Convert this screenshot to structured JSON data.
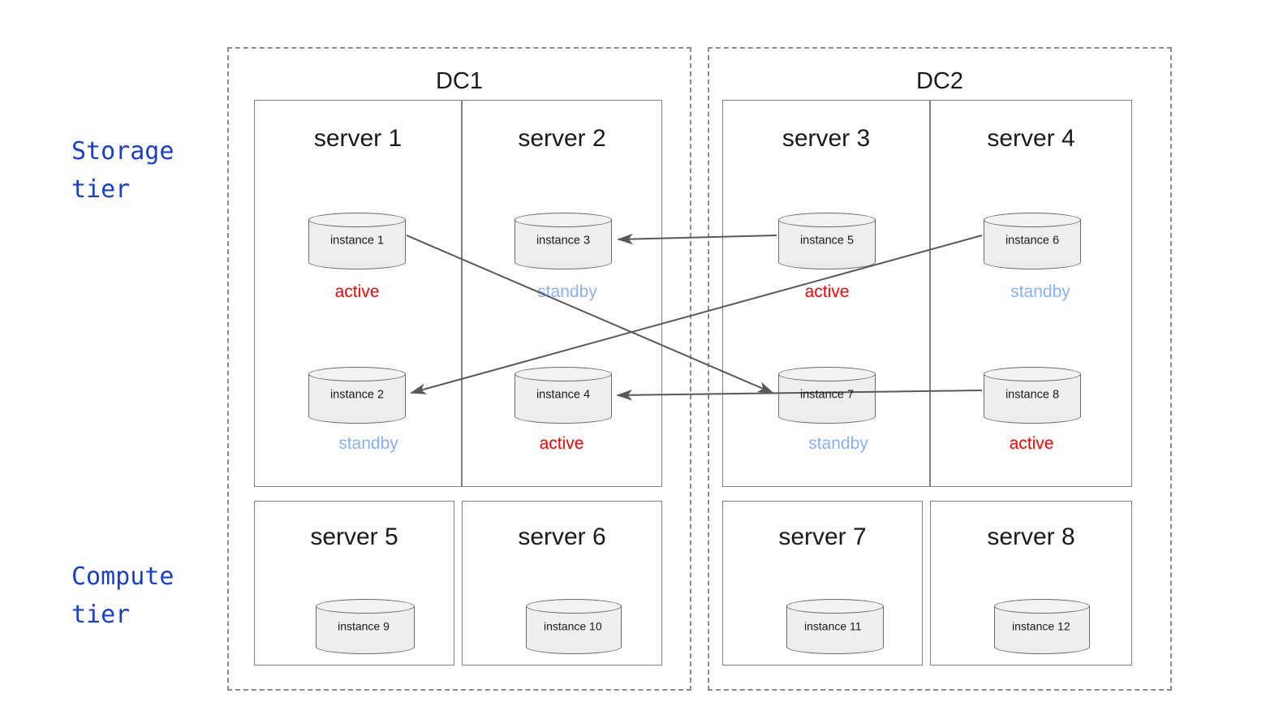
{
  "diagram": {
    "title": "Storage and compute tier layout across two datacenters",
    "colors": {
      "tier_label": "#1a3fd0",
      "active": "#ff0000",
      "standby": "#8ab0f7",
      "box_border": "#808080",
      "dc_border": "#8c8c8c",
      "cylinder_fill": "#efefef",
      "arrow": "#595959"
    }
  },
  "tiers": [
    {
      "id": "storage",
      "label": "Storage\ntier"
    },
    {
      "id": "compute",
      "label": "Compute\ntier"
    }
  ],
  "datacenters": [
    {
      "id": "dc1",
      "name": "DC1"
    },
    {
      "id": "dc2",
      "name": "DC2"
    }
  ],
  "servers": [
    {
      "id": "server-1",
      "name": "server 1",
      "datacenter": "DC1",
      "tier": "storage"
    },
    {
      "id": "server-2",
      "name": "server 2",
      "datacenter": "DC1",
      "tier": "storage"
    },
    {
      "id": "server-3",
      "name": "server 3",
      "datacenter": "DC2",
      "tier": "storage"
    },
    {
      "id": "server-4",
      "name": "server 4",
      "datacenter": "DC2",
      "tier": "storage"
    },
    {
      "id": "server-5",
      "name": "server 5",
      "datacenter": "DC1",
      "tier": "compute"
    },
    {
      "id": "server-6",
      "name": "server 6",
      "datacenter": "DC1",
      "tier": "compute"
    },
    {
      "id": "server-7",
      "name": "server 7",
      "datacenter": "DC2",
      "tier": "compute"
    },
    {
      "id": "server-8",
      "name": "server 8",
      "datacenter": "DC2",
      "tier": "compute"
    }
  ],
  "instances": [
    {
      "id": "inst-1",
      "label": "instance 1",
      "server": "server 1",
      "tier": "storage",
      "status": "active"
    },
    {
      "id": "inst-2",
      "label": "instance 2",
      "server": "server 1",
      "tier": "storage",
      "status": "standby"
    },
    {
      "id": "inst-3",
      "label": "instance 3",
      "server": "server 2",
      "tier": "storage",
      "status": "standby"
    },
    {
      "id": "inst-4",
      "label": "instance 4",
      "server": "server 2",
      "tier": "storage",
      "status": "active"
    },
    {
      "id": "inst-5",
      "label": "instance 5",
      "server": "server 3",
      "tier": "storage",
      "status": "active"
    },
    {
      "id": "inst-6",
      "label": "instance 6",
      "server": "server 4",
      "tier": "storage",
      "status": "standby"
    },
    {
      "id": "inst-7",
      "label": "instance 7",
      "server": "server 3",
      "tier": "storage",
      "status": "standby"
    },
    {
      "id": "inst-8",
      "label": "instance 8",
      "server": "server 4",
      "tier": "storage",
      "status": "active"
    },
    {
      "id": "inst-9",
      "label": "instance 9",
      "server": "server 5",
      "tier": "compute",
      "status": ""
    },
    {
      "id": "inst-10",
      "label": "instance\n10",
      "server": "server 6",
      "tier": "compute",
      "status": ""
    },
    {
      "id": "inst-11",
      "label": "instance\n11",
      "server": "server 7",
      "tier": "compute",
      "status": ""
    },
    {
      "id": "inst-12",
      "label": "instance\n12",
      "server": "server 8",
      "tier": "compute",
      "status": ""
    }
  ],
  "statuses": {
    "s1": "active",
    "s2": "standby",
    "s3": "standby",
    "s4": "active",
    "s5": "active",
    "s6": "standby",
    "s7": "standby",
    "s8": "active"
  },
  "replication_links": [
    {
      "from": "instance 1",
      "to": "instance 7",
      "direction": "one-way"
    },
    {
      "from": "instance 5",
      "to": "instance 3",
      "direction": "one-way"
    },
    {
      "from": "instance 6",
      "to": "instance 2",
      "direction": "one-way"
    },
    {
      "from": "instance 8",
      "to": "instance 4",
      "direction": "one-way"
    }
  ]
}
